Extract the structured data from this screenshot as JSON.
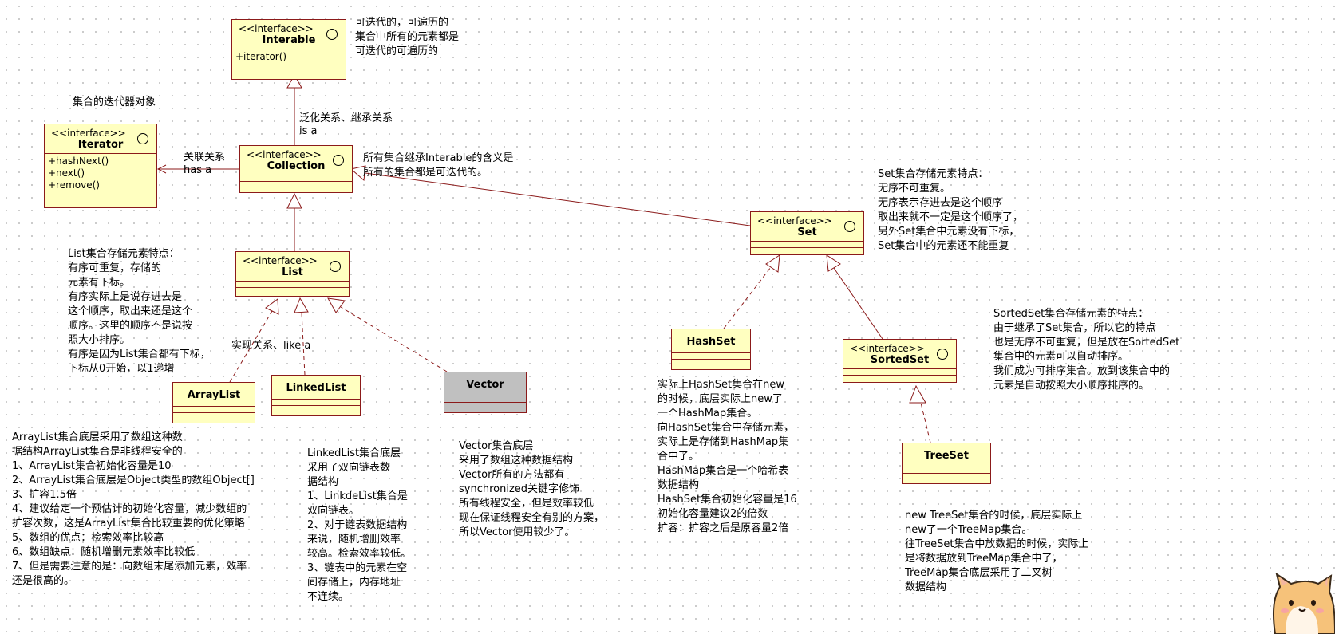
{
  "classes": {
    "interable": {
      "stereotype": "<<interface>>",
      "name": "Interable",
      "ops": [
        "+iterator()"
      ]
    },
    "iterator": {
      "stereotype": "<<interface>>",
      "name": "Iterator",
      "ops": [
        "+hashNext()",
        "+next()",
        "+remove()"
      ]
    },
    "collection": {
      "stereotype": "<<interface>>",
      "name": "Collection"
    },
    "list": {
      "stereotype": "<<interface>>",
      "name": "List"
    },
    "set": {
      "stereotype": "<<interface>>",
      "name": "Set"
    },
    "sortedset": {
      "stereotype": "<<interface>>",
      "name": "SortedSet"
    },
    "arraylist": {
      "name": "ArrayList"
    },
    "linkedlist": {
      "name": "LinkedList"
    },
    "vector": {
      "name": "Vector"
    },
    "hashset": {
      "name": "HashSet"
    },
    "treeset": {
      "name": "TreeSet"
    }
  },
  "labels": {
    "generalization": "泛化关系、继承关系\nis a",
    "association": "关联关系\nhas a",
    "realization": "实现关系、like a",
    "iterator_title": "集合的迭代器对象"
  },
  "notes": {
    "interable": "可迭代的，可遍历的\n集合中所有的元素都是\n可迭代的可遍历的",
    "collection": "所有集合继承Interable的含义是\n所有的集合都是可迭代的。",
    "list": "List集合存储元素特点：\n有序可重复，存储的\n元素有下标。\n有序实际上是说存进去是\n这个顺序，取出来还是这个\n顺序。这里的顺序不是说按\n照大小排序。\n有序是因为List集合都有下标，\n下标从0开始，以1递增",
    "set": "Set集合存储元素特点：\n无序不可重复。\n无序表示存进去是这个顺序\n取出来就不一定是这个顺序了，\n另外Set集合中元素没有下标，\nSet集合中的元素还不能重复",
    "sortedset": "SortedSet集合存储元素的特点：\n由于继承了Set集合，所以它的特点\n也是无序不可重复，但是放在SortedSet\n集合中的元素可以自动排序。\n我们成为可排序集合。放到该集合中的\n元素是自动按照大小顺序排序的。",
    "arraylist": "ArrayList集合底层采用了数组这种数\n据结构ArrayList集合是非线程安全的\n1、ArrayList集合初始化容量是10\n2、ArrayList集合底层是Object类型的数组Object[]\n3、扩容1.5倍\n4、建议给定一个预估计的初始化容量，减少数组的\n扩容次数，这是ArrayList集合比较重要的优化策略\n5、数组的优点：检索效率比较高\n6、数组缺点：随机增删元素效率比较低\n7、但是需要注意的是：向数组末尾添加元素，效率\n还是很高的。",
    "linkedlist": "LinkedList集合底层\n采用了双向链表数\n据结构\n1、LinkdeList集合是\n双向链表。\n2、对于链表数据结构\n来说，随机增删效率\n较高。检索效率较低。\n3、链表中的元素在空\n间存储上，内存地址\n不连续。",
    "vector": "Vector集合底层\n采用了数组这种数据结构\nVector所有的方法都有\nsynchronized关键字修饰\n所有线程安全，但是效率较低\n现在保证线程安全有别的方案，\n所以Vector使用较少了。",
    "hashset": "实际上HashSet集合在new\n的时候，底层实际上new了\n一个HashMap集合。\n向HashSet集合中存储元素，\n实际上是存储到HashMap集\n合中了。\nHashMap集合是一个哈希表\n数据结构\nHashSet集合初始化容量是16\n初始化容量建议2的倍数\n扩容：扩容之后是原容量2倍",
    "treeset": "new TreeSet集合的时候，底层实际上\nnew了一个TreeMap集合。\n往TreeSet集合中放数据的时候，实际上\n是将数据放到TreeMap集合中了，\nTreeMap集合底层采用了二叉树\n数据结构"
  },
  "colors": {
    "box_fill": "#ffffc0",
    "box_border": "#8b1a1a",
    "vector_fill": "#c0c0c0",
    "line": "#8b1a1a"
  },
  "mascot": "shiba-dog-icon"
}
